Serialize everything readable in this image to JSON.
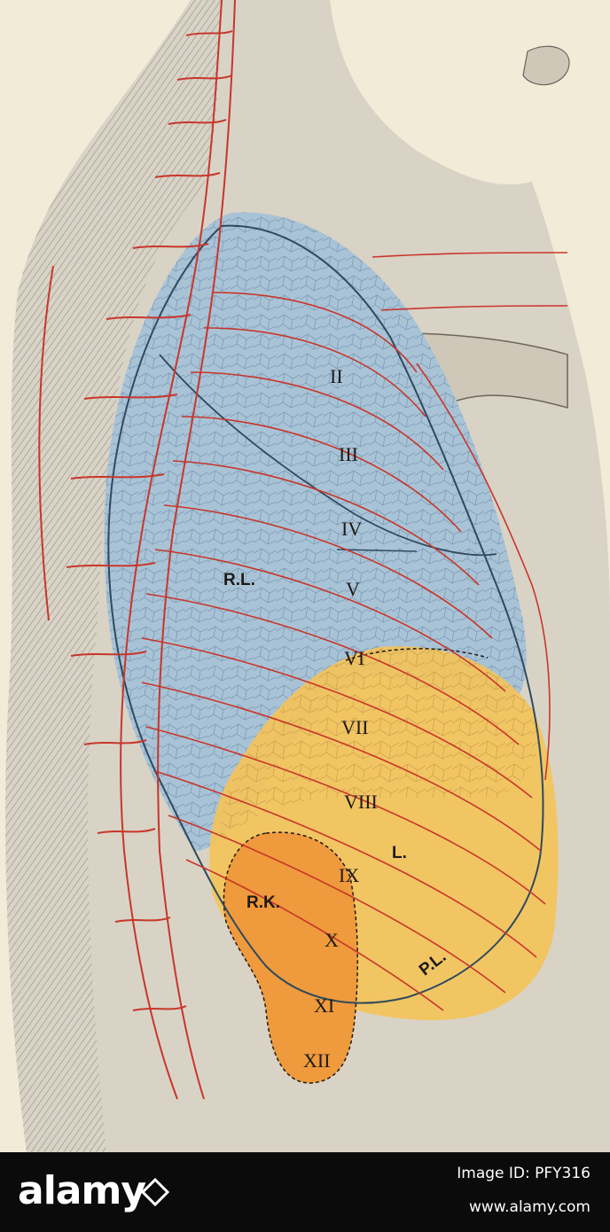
{
  "labels": {
    "rib_ii": "II",
    "rib_iii": "III",
    "rib_iv": "IV",
    "rib_v": "V",
    "rib_vi": "VI",
    "rib_vii": "VII",
    "rib_viii": "VIII",
    "rib_ix": "IX",
    "rib_x": "X",
    "rib_xi": "XI",
    "rib_xii": "XII",
    "right_lung": "R.L.",
    "liver": "L.",
    "right_kidney": "R.K.",
    "pleura": "P.L."
  },
  "colors": {
    "lung_blue": "#a9c3d6",
    "liver_yellow": "#f4c35a",
    "kidney_orange": "#ef9a3c",
    "nerve_red": "#c8362a",
    "pleura_outline": "#2f4a5e",
    "background": "#f2ebd8",
    "footer_bg": "#0b0b0b"
  },
  "footer": {
    "brand": "alamy",
    "image_id": "Image ID: PFY316",
    "url": "www.alamy.com"
  }
}
